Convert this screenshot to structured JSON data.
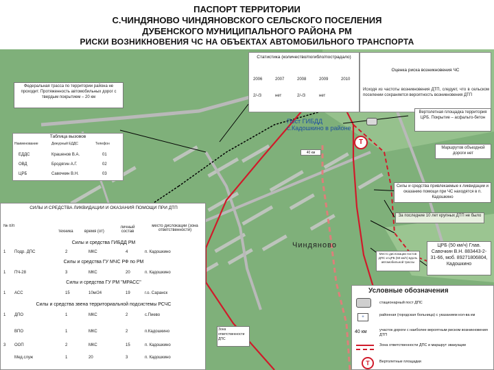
{
  "title": {
    "line1": "ПАСПОРТ ТЕРРИТОРИИ",
    "line2": "С.ЧИНДЯНОВО ЧИНДЯНОВСКОГО СЕЛЬСКОГО ПОСЕЛЕНИЯ",
    "line3": "ДУБЕНСКОГО МУНИЦИПАЛЬНОГО РАЙОНА РМ",
    "line4": "РИСКИ ВОЗНИКНОВЕНИЯ ЧС НА ОБЪЕКТАХ АВТОМОБИЛЬНОГО ТРАНСПОРТА"
  },
  "statistics": {
    "header": "Статистика (количество/погибло/пострадало)",
    "years": [
      "2006",
      "2007",
      "2008",
      "2009",
      "2010"
    ],
    "values": [
      "2/-/3",
      "нет",
      "2/-/3",
      "нет",
      ""
    ]
  },
  "risk_assessment": {
    "header": "Оценка риска возникновения ЧС",
    "text": "Исходя из частоты возникновения ДТП, следует, что в сельском поселении сохраняется вероятность возникновения ДТП"
  },
  "federal_road": {
    "text": "Федеральная трасса по территории района не проходит. Протяженность автомобильных дорог с твердым покрытием – 20 км"
  },
  "call_table": {
    "title": "Таблица вызовов",
    "cols": [
      "Наименование",
      "Дежурный ЕДДС",
      "Телефон"
    ],
    "rows": [
      {
        "name": "ЕДДС",
        "person": "Крашенов В.А.",
        "phone": "01"
      },
      {
        "name": "ОВД",
        "person": "Бродягин А.Г.",
        "phone": "02"
      },
      {
        "name": "ЦРБ",
        "person": "Савочкин В.Н.",
        "phone": "03"
      }
    ]
  },
  "gibdd_label": "Пост ГИБДД с.Кадошкино в районе",
  "speed_sign": "40 км",
  "heliport": "Вертолетная площадка территория ЦРБ. Покрытие – асфальто-бетон",
  "detour": "Маршрутов объездной дороги нет",
  "forces_note": "Силы и средства привлекаемые к ликвидации и оказанию помощи при ЧС находятся в п. Кадошкино",
  "dtp_note": "За последние 10 лет крупных ДТП не было",
  "crb": "ЦРБ (50 км/ч) Глав. Савочкин В.Н. 883443-2-31-66, моб. 89271806804, Кадошкино",
  "dps_note": "Место дислокации постов ДПС и ЦРБ (50 км/ч) вдоль автомобильной трассы",
  "village": "Чиндяново",
  "forces_table": {
    "title": "СИЛЫ И СРЕДСТВА ЛИКВИДАЦИИ И ОКАЗАНИЯ ПОМОЩИ ПРИ ДТП",
    "cols": [
      "№ п/п",
      "техника",
      "время (от)",
      "личный состав",
      "место дислокации (зона ответственности)"
    ],
    "groups": [
      {
        "title": "Силы и средства ГИБДД РМ",
        "rows": [
          {
            "n": "1",
            "unit": "Подр. ДПС",
            "tech": "2",
            "time": "МКС",
            "staff": "4",
            "place": "п. Кадошкино"
          }
        ]
      },
      {
        "title": "Силы и средства ГУ МЧС РФ по РМ",
        "rows": [
          {
            "n": "1",
            "unit": "ПЧ-28",
            "tech": "3",
            "time": "МКС",
            "staff": "20",
            "place": "п. Кадошкино"
          }
        ]
      },
      {
        "title": "Силы и средства ГУ РМ \"МРАСС\"",
        "rows": [
          {
            "n": "1",
            "unit": "АСС",
            "tech": "15",
            "time": "10м/24",
            "staff": "19",
            "place": "г.о. Саранск"
          }
        ]
      },
      {
        "title": "Силы и средства звена территориальной подсистемы РСЧС",
        "rows": [
          {
            "n": "1",
            "unit": "ДПО",
            "tech": "1",
            "time": "МКС",
            "staff": "2",
            "place": "с.Пиево"
          },
          {
            "n": "",
            "unit": "ВПО",
            "tech": "1",
            "time": "МКС",
            "staff": "2",
            "place": "п.Кадошкино"
          },
          {
            "n": "3",
            "unit": "ООП",
            "tech": "2",
            "time": "МКС",
            "staff": "15",
            "place": "п. Кадошкино"
          },
          {
            "n": "",
            "unit": "Мед.служ",
            "tech": "1",
            "time": "20",
            "staff": "3",
            "place": "п. Кадошкино"
          }
        ]
      }
    ]
  },
  "zone_label": "Зона ответственности ДПС",
  "legend": {
    "title": "Условные обозначения",
    "items": [
      {
        "label": "стационарный пост ДПС",
        "icon": "police-car-icon"
      },
      {
        "label": "районная (городская больница) с указанием кол-ва км",
        "icon": "hospital-icon"
      },
      {
        "label": "участок дороги с наиболее вероятным риском возникновения ДТП",
        "icon": "speed-sign-icon"
      },
      {
        "label": "Зона ответственности ДПС и маршрут эвакуации",
        "icon": "route-line-icon"
      },
      {
        "label": "Вертолетные площадки",
        "icon": "heliport-icon"
      }
    ],
    "speed": "40 км"
  },
  "colors": {
    "map_green": "#7fb07a",
    "road_gray": "#b5b5b5",
    "route_red": "#d01a2a",
    "box_blue": "#1f4fa0"
  }
}
